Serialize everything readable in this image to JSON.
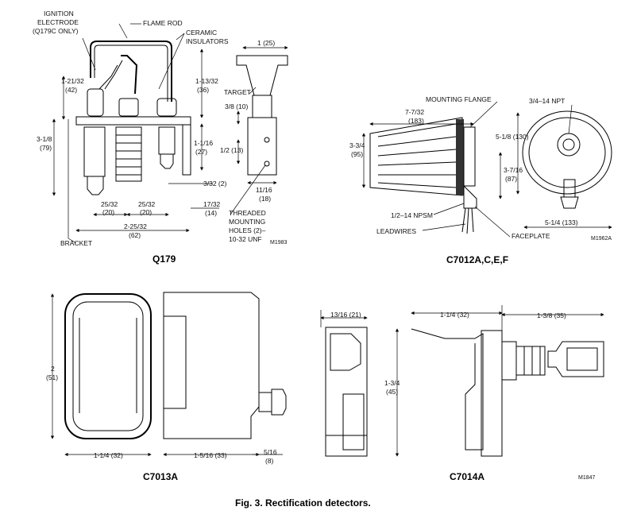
{
  "figure_caption": "Fig. 3. Rectification detectors.",
  "panels": {
    "q179": {
      "title": "Q179",
      "ref": "M1983",
      "labels": {
        "ignition1": "IGNITION",
        "ignition2": "ELECTRODE",
        "ignition3": "(Q179C ONLY)",
        "flame_rod": "FLAME ROD",
        "ceramic1": "CERAMIC",
        "ceramic2": "INSULATORS",
        "target": "TARGET",
        "threaded1": "THREADED",
        "threaded2": "MOUNTING",
        "threaded3": "HOLES (2)–",
        "threaded4": "10-32 UNF",
        "bracket": "BRACKET"
      },
      "dims": {
        "d1": "1-21/32",
        "d1m": "(42)",
        "d2": "3-1/8",
        "d2m": "(79)",
        "d3": "1-13/32",
        "d3m": "(36)",
        "d4": "1-1/16",
        "d4m": "(27)",
        "d5": "25/32",
        "d5m": "(20)",
        "d6": "25/32",
        "d6m": "(20)",
        "d7": "17/32",
        "d7m": "(14)",
        "d8": "3/32 (2)",
        "d9": "2-25/32",
        "d9m": "(62)",
        "d10": "1 (25)",
        "d11": "3/8 (10)",
        "d12": "1/2 (13)",
        "d13": "11/16",
        "d13m": "(18)"
      }
    },
    "c7012": {
      "title": "C7012A,C,E,F",
      "ref": "M1962A",
      "labels": {
        "mounting_flange": "MOUNTING FLANGE",
        "npt34": "3/4–14 NPT",
        "npsm": "1/2–14 NPSM",
        "leadwires": "LEADWIRES",
        "faceplate": "FACEPLATE"
      },
      "dims": {
        "d1": "7-7/32",
        "d1m": "(183)",
        "d2": "3-3/4",
        "d2m": "(95)",
        "d3": "5-1/8 (130)",
        "d4": "3-7/16",
        "d4m": "(87)",
        "d5": "5-1/4 (133)"
      }
    },
    "c7013": {
      "title": "C7013A",
      "dims": {
        "d1": "2",
        "d1m": "(51)",
        "d2": "1-1/4 (32)",
        "d3": "1-5/16 (33)",
        "d4": "5/16",
        "d4m": "(8)"
      }
    },
    "c7014": {
      "title": "C7014A",
      "ref": "M1847",
      "dims": {
        "d1": "13/16 (21)",
        "d2": "1-1/4 (32)",
        "d3": "1-3/8 (35)",
        "d4": "1-3/4",
        "d4m": "(45)"
      }
    }
  }
}
